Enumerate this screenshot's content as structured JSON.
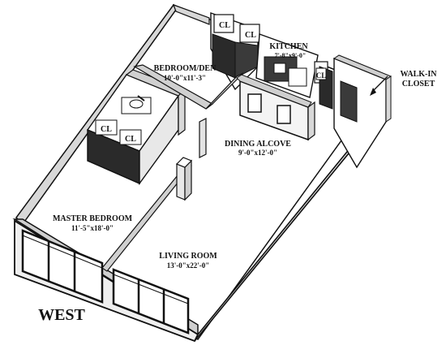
{
  "compass": {
    "label": "WEST"
  },
  "rooms": {
    "bedroom_den": {
      "name": "BEDROOM/DEN",
      "dims": "10'-0\"x11'-3\""
    },
    "kitchen": {
      "name": "KITCHEN",
      "dims": "7'-8\"x9'-0\""
    },
    "dining_alcove": {
      "name": "DINING ALCOVE",
      "dims": "9'-0\"x12'-0\""
    },
    "master_bedroom": {
      "name": "MASTER BEDROOM",
      "dims": "11'-5\"x18'-0\""
    },
    "living_room": {
      "name": "LIVING ROOM",
      "dims": "13'-0\"x22'-0\""
    },
    "walk_in_closet": {
      "line1": "WALK-IN",
      "line2": "CLOSET"
    }
  },
  "closets": {
    "label": "CL"
  },
  "colors": {
    "ink": "#111111",
    "paper": "#ffffff",
    "wall_shade": "#c9c9c9",
    "dark_fill": "#222222"
  }
}
